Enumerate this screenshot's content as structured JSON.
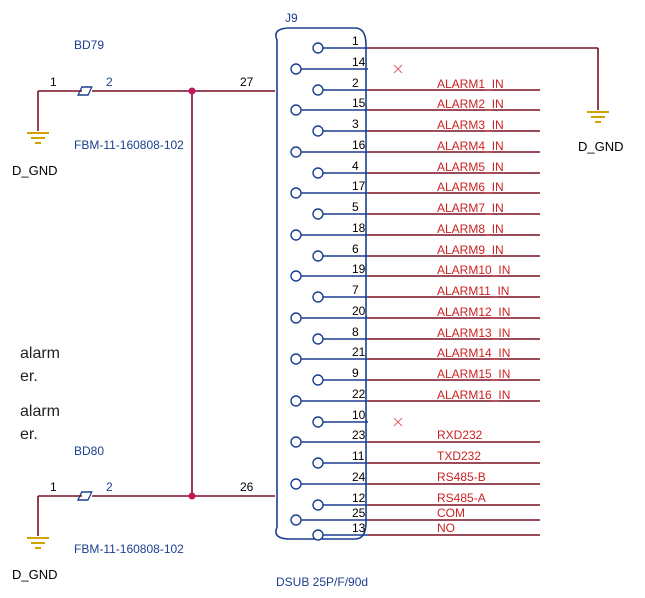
{
  "connector": {
    "ref": "J9",
    "part": "DSUB 25P/F/90d",
    "top_row_pins": [
      "1",
      "2",
      "3",
      "4",
      "5",
      "6",
      "7",
      "8",
      "9",
      "10",
      "11",
      "12",
      "13"
    ],
    "bottom_row_pins": [
      "14",
      "15",
      "16",
      "17",
      "18",
      "19",
      "20",
      "21",
      "22",
      "23",
      "24",
      "25"
    ],
    "pin_label_order": [
      "1",
      "14",
      "2",
      "15",
      "3",
      "16",
      "4",
      "17",
      "5",
      "18",
      "6",
      "19",
      "7",
      "20",
      "8",
      "21",
      "9",
      "22",
      "10",
      "23",
      "11",
      "24",
      "12",
      "25",
      "13"
    ],
    "pin_27": "27",
    "pin_26": "26"
  },
  "beads": [
    {
      "ref": "BD79",
      "part": "FBM-11-160808-102",
      "pin1": "1",
      "pin2": "2",
      "gnd": "D_GND"
    },
    {
      "ref": "BD80",
      "part": "FBM-11-160808-102",
      "pin1": "1",
      "pin2": "2",
      "gnd": "D_GND"
    }
  ],
  "right_gnd": "D_GND",
  "nets": [
    "ALARM1_IN",
    "ALARM2_IN",
    "ALARM3_IN",
    "ALARM4_IN",
    "ALARM5_IN",
    "ALARM6_IN",
    "ALARM7_IN",
    "ALARM8_IN",
    "ALARM9_IN",
    "ALARM10_IN",
    "ALARM11_IN",
    "ALARM12_IN",
    "ALARM13_IN",
    "ALARM14_IN",
    "ALARM15_IN",
    "ALARM16_IN",
    "RXD232",
    "TXD232",
    "RS485-B",
    "RS485-A",
    "COM",
    "NO"
  ],
  "side_text": [
    "alarm",
    "er.",
    "alarm",
    "er."
  ],
  "colors": {
    "wire": "#7a1020",
    "label": "#cc2222",
    "component": "#1b3f8f",
    "ink": "#000000",
    "ground": "#d2a200",
    "junction": "#c2185b",
    "noconnect": "#e06060"
  }
}
